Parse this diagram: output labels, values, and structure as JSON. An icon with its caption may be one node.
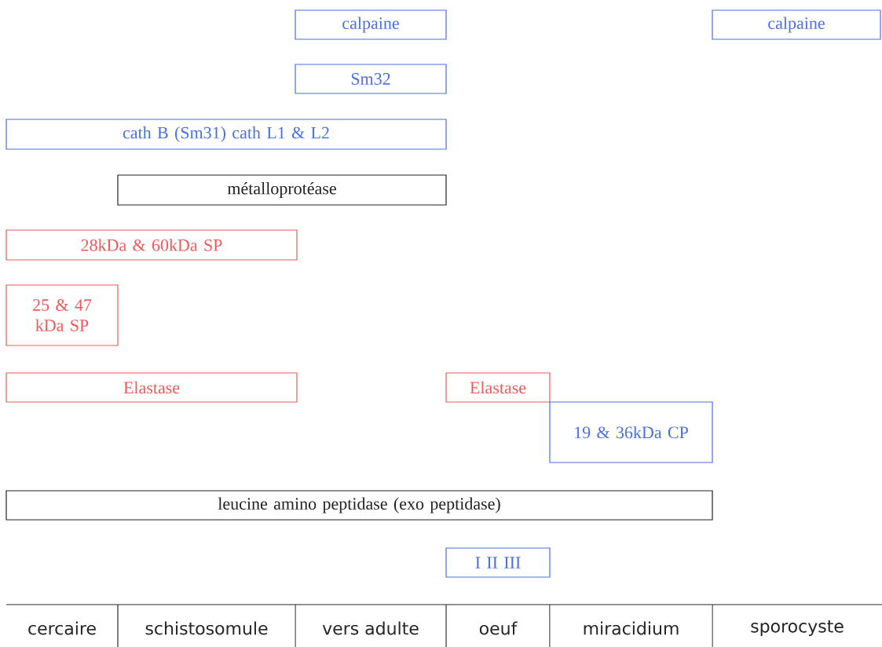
{
  "diagram": {
    "nodes": [
      {
        "text": [
          "calpaine"
        ]
      },
      {
        "text": [
          "calpaine"
        ]
      },
      {
        "text": [
          "Sm32"
        ]
      },
      {
        "text": [
          "cath B (Sm31) cath L1 & L2"
        ]
      },
      {
        "text": [
          "métalloprotéase"
        ]
      },
      {
        "text": [
          "28kDa & 60kDa SP"
        ]
      },
      {
        "text": [
          "25 & 47 kDa SP"
        ]
      },
      {
        "text": [
          "Elastase"
        ]
      },
      {
        "text": [
          "Elastase"
        ]
      },
      {
        "text": [
          "19 & 36kDa CP"
        ]
      },
      {
        "text": [
          "leucine amino peptidase (exo peptidase)"
        ]
      },
      {
        "text": [
          "I II III"
        ]
      }
    ],
    "labels": [
      "cercaire",
      "schistosomule",
      "vers adulte",
      "oeuf",
      "miracidium",
      "sporocyste"
    ]
  }
}
